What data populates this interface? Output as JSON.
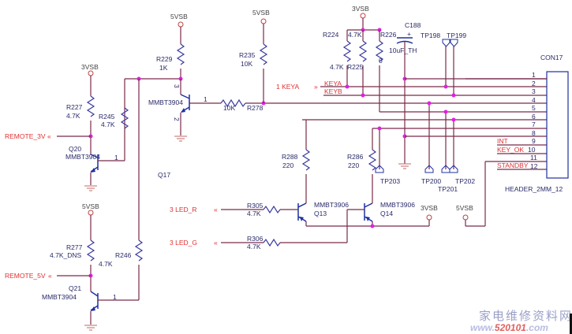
{
  "power_labels": {
    "vsb5_q17": "5VSB",
    "vsb5_r235": "5VSB",
    "vsb3_top": "3VSB",
    "vsb3_r227": "3VSB",
    "vsb5_r277": "5VSB",
    "vsb3_bottom": "3VSB",
    "vsb5_bottom": "5VSB"
  },
  "components": {
    "r229": {
      "ref": "R229",
      "value": "1K"
    },
    "r235": {
      "ref": "R235",
      "value": "10K"
    },
    "r227": {
      "ref": "R227",
      "value": "4.7K"
    },
    "r245": {
      "ref": "R245",
      "value": "4.7K"
    },
    "r277": {
      "ref": "R277",
      "value": "4.7K_DNS"
    },
    "r246": {
      "ref": "R246",
      "value": "4.7K"
    },
    "r278": {
      "ref": "R278",
      "value": "10K"
    },
    "r224": {
      "ref": "R224",
      "value": "4.7K"
    },
    "r225": {
      "ref": "R225",
      "value": "4.7K"
    },
    "r226": {
      "ref": "R226",
      "value": "0"
    },
    "r288": {
      "ref": "R288",
      "value": "220"
    },
    "r286": {
      "ref": "R286",
      "value": "220"
    },
    "r305": {
      "ref": "R305",
      "value": "4.7K"
    },
    "r306": {
      "ref": "R306",
      "value": "4.7K"
    },
    "c188": {
      "ref": "C188",
      "value": "10uF_TH",
      "polarity": "+"
    },
    "q17": {
      "ref": "Q17",
      "part": "MMBT3904"
    },
    "q20": {
      "ref": "Q20",
      "part": "MMBT3904"
    },
    "q21": {
      "ref": "Q21",
      "part": "MMBT3904"
    },
    "q13": {
      "ref": "Q13",
      "part": "MMBT3906"
    },
    "q14": {
      "ref": "Q14",
      "part": "MMBT3906"
    },
    "con17": {
      "ref": "CON17",
      "part": "HEADER_2MM_12"
    }
  },
  "test_points": [
    "TP198",
    "TP199",
    "TP200",
    "TP201",
    "TP202",
    "TP203"
  ],
  "pin_numbers": {
    "base": "1",
    "collector": "3",
    "emitter": "2"
  },
  "nets": {
    "remote_3v": "REMOTE_3V",
    "remote_5v": "REMOTE_5V",
    "keya_port": "1  KEYA",
    "keya": "KEYA",
    "keyb": "KEYB",
    "led_r": "3   LED_R",
    "led_g": "3   LED_G",
    "int": "INT",
    "key_ok": "KEY_OK",
    "standby": "STANDBY"
  },
  "connector_pins": [
    "1",
    "2",
    "3",
    "4",
    "5",
    "6",
    "7",
    "8",
    "9",
    "10",
    "11",
    "12"
  ],
  "watermark": {
    "chinese": "家电维修资料网",
    "url_prefix": "www.",
    "url_num": "520101",
    "url_suffix": ".com"
  }
}
